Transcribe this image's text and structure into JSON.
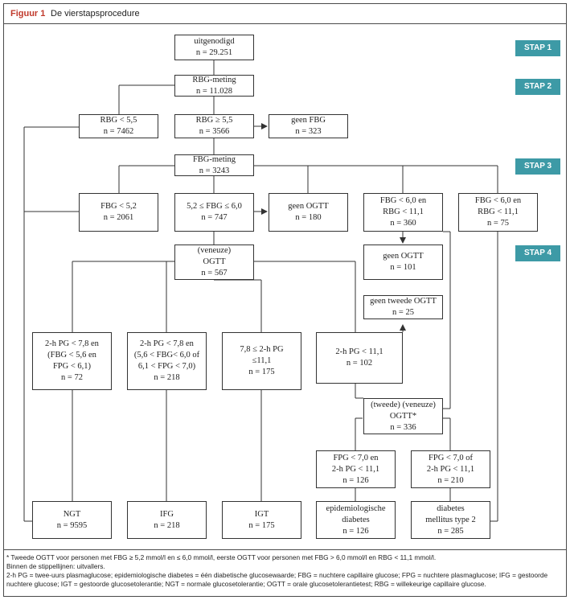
{
  "figure": {
    "label": "Figuur 1",
    "title": "De vierstapsprocedure"
  },
  "steps": [
    "STAP 1",
    "STAP 2",
    "STAP 3",
    "STAP 4"
  ],
  "boxes": {
    "uitgenodigd": [
      "uitgenodigd",
      "n = 29.251"
    ],
    "rbg_meting": [
      "RBG-meting",
      "n = 11.028"
    ],
    "rbg_lt": [
      "RBG < 5,5",
      "n = 7462"
    ],
    "rbg_ge": [
      "RBG ≥ 5,5",
      "n = 3566"
    ],
    "geen_fbg": [
      "geen FBG",
      "n = 323"
    ],
    "fbg_meting": [
      "FBG-meting",
      "n = 3243"
    ],
    "fbg_lt": [
      "FBG < 5,2",
      "n = 2061"
    ],
    "fbg_mid": [
      "5,2 ≤ FBG ≤ 6,0",
      "n = 747"
    ],
    "geen_ogtt1": [
      "geen OGTT",
      "n = 180"
    ],
    "fbg_rbg_360": [
      "FBG < 6,0 en",
      "RBG < 11,1",
      "n = 360"
    ],
    "fbg_rbg_75": [
      "FBG < 6,0 en",
      "RBG < 11,1",
      "n = 75"
    ],
    "geen_ogtt2": [
      "geen OGTT",
      "n = 101"
    ],
    "ogtt": [
      "(veneuze)",
      "OGTT",
      "n = 567"
    ],
    "geen_tweede": [
      "geen tweede OGTT",
      "n = 25"
    ],
    "ngt_crit": [
      "2-h PG < 7,8 en",
      "(FBG < 5,6 en",
      "FPG < 6,1)",
      "n = 72"
    ],
    "ifg_crit": [
      "2-h PG < 7,8 en",
      "(5,6 < FBG< 6,0 of",
      "6,1 < FPG < 7,0)",
      "n = 218"
    ],
    "igt_crit": [
      "7,8 ≤ 2-h PG",
      "≤11,1",
      "n = 175"
    ],
    "pg_lt111": [
      "2-h PG < 11,1",
      "n = 102"
    ],
    "ogtt2": [
      "(tweede) (veneuze)",
      "OGTT*",
      "n = 336"
    ],
    "fpg_en": [
      "FPG < 7,0 en",
      "2-h PG < 11,1",
      "n = 126"
    ],
    "fpg_of": [
      "FPG < 7,0 of",
      "2-h PG < 11,1",
      "n = 210"
    ],
    "ngt": [
      "NGT",
      "n = 9595"
    ],
    "ifg": [
      "IFG",
      "n = 218"
    ],
    "igt": [
      "IGT",
      "n = 175"
    ],
    "epi": [
      "epidemiologische",
      "diabetes",
      "n = 126"
    ],
    "dm2": [
      "diabetes",
      "mellitus type 2",
      "n = 285"
    ]
  },
  "footnotes": [
    "* Tweede OGTT voor personen met FBG ≥ 5,2 mmol/l en ≤ 6,0 mmol/l, eerste OGTT voor personen met FBG > 6,0 mmol/l en RBG < 11,1 mmol/l.",
    "Binnen de stippellijnen: uitvallers.",
    "2-h PG = twee-uurs plasmaglucose; epidemiologische diabetes = één diabetische glucosewaarde; FBG = nuchtere capillaire glucose; FPG = nuchtere plasmaglucose; IFG = gestoorde nuchtere glucose; IGT = gestoorde glucosetolerantie; NGT = normale glucosetolerantie; OGTT = orale glucosetolerantietest; RBG = willekeurige capillaire glucose."
  ],
  "colors": {
    "stap_bg": "#3d9aa6",
    "figure_label": "#c0392b",
    "line": "#333333"
  }
}
